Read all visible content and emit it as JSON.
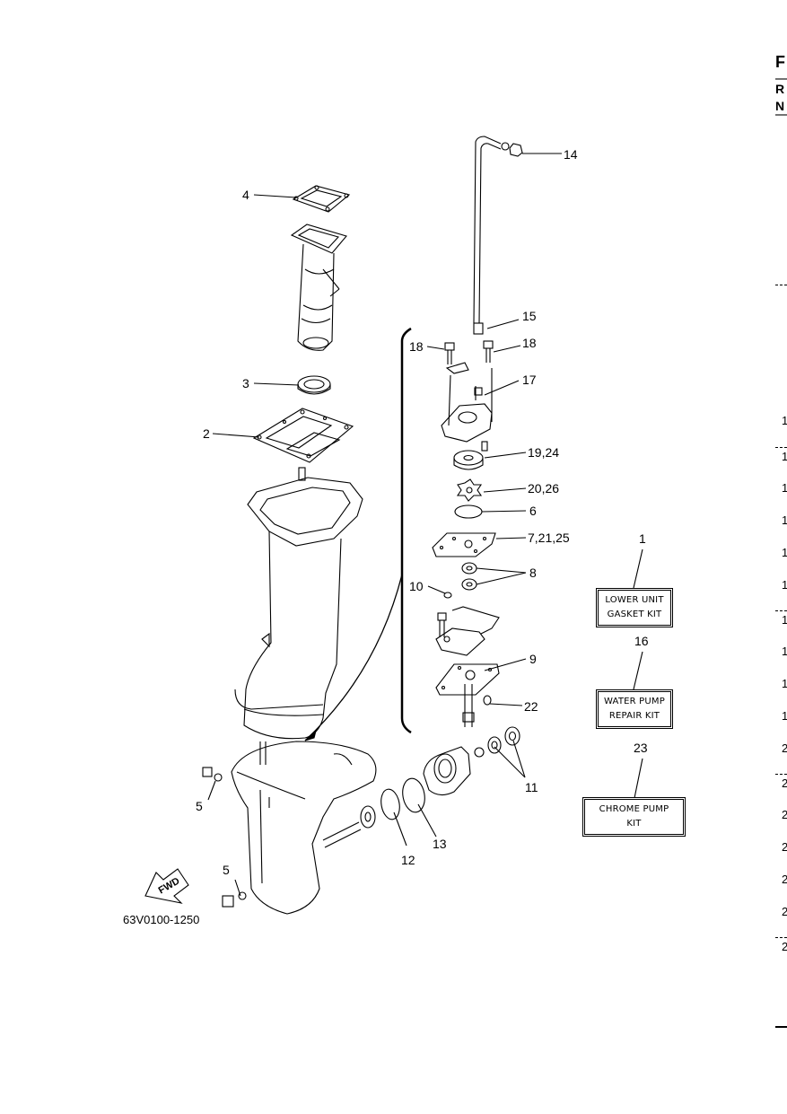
{
  "callouts": {
    "c1": "1",
    "c2": "2",
    "c3": "3",
    "c4": "4",
    "c5a": "5",
    "c5b": "5",
    "c6": "6",
    "c7": "7,21,25",
    "c8": "8",
    "c9": "9",
    "c10": "10",
    "c11": "11",
    "c12": "12",
    "c13": "13",
    "c14": "14",
    "c15": "15",
    "c16": "16",
    "c17": "17",
    "c18a": "18",
    "c18b": "18",
    "c19": "19,24",
    "c20": "20,26",
    "c22": "22",
    "c23": "23"
  },
  "kits": {
    "gasket": {
      "line1": "LOWER UNIT",
      "line2": "GASKET KIT"
    },
    "water_pump": {
      "line1": "WATER PUMP",
      "line2": "REPAIR KIT"
    },
    "chrome_pump": {
      "line1": "CHROME PUMP",
      "line2": "KIT"
    }
  },
  "fwd_label": "FWD",
  "diagram_code": "63V0100-1250",
  "right_edge": {
    "header": [
      "F",
      "R",
      "N"
    ],
    "numbers": [
      "1",
      "1",
      "1",
      "1",
      "1",
      "1",
      "1",
      "1",
      "1",
      "1",
      "2",
      "2",
      "2",
      "2",
      "2",
      "2",
      "2"
    ]
  }
}
